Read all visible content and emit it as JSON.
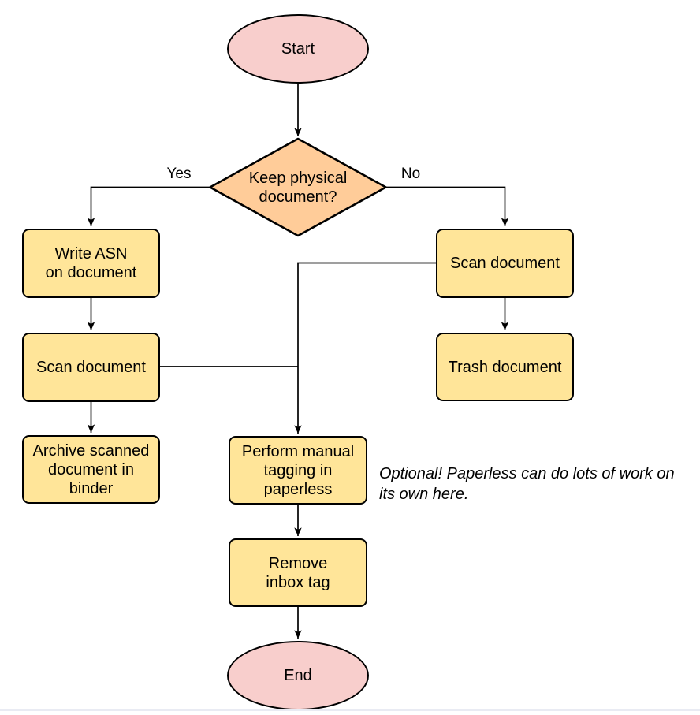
{
  "diagram": {
    "colors": {
      "terminal_fill": "#f8cecc",
      "process_fill": "#ffe599",
      "decision_fill": "#ffcc99",
      "stroke": "#000000",
      "divider": "#e9ebf3"
    },
    "nodes": {
      "start": {
        "label": "Start",
        "type": "terminal"
      },
      "decision": {
        "label": [
          "Keep physical",
          "document?"
        ],
        "type": "decision"
      },
      "write_asn": {
        "label": [
          "Write ASN",
          "on document"
        ],
        "type": "process"
      },
      "scan_left": {
        "label": "Scan document",
        "type": "process"
      },
      "archive": {
        "label": [
          "Archive scanned",
          "document in",
          "binder"
        ],
        "type": "process"
      },
      "scan_right": {
        "label": "Scan document",
        "type": "process"
      },
      "trash": {
        "label": "Trash document",
        "type": "process"
      },
      "tagging": {
        "label": [
          "Perform manual",
          "tagging in",
          "paperless"
        ],
        "type": "process"
      },
      "remove_inbox": {
        "label": [
          "Remove",
          "inbox tag"
        ],
        "type": "process"
      },
      "end": {
        "label": "End",
        "type": "terminal"
      }
    },
    "edge_labels": {
      "yes": "Yes",
      "no": "No"
    },
    "annotation": [
      "Optional! Paperless can do lots of work on",
      "its own here."
    ]
  }
}
